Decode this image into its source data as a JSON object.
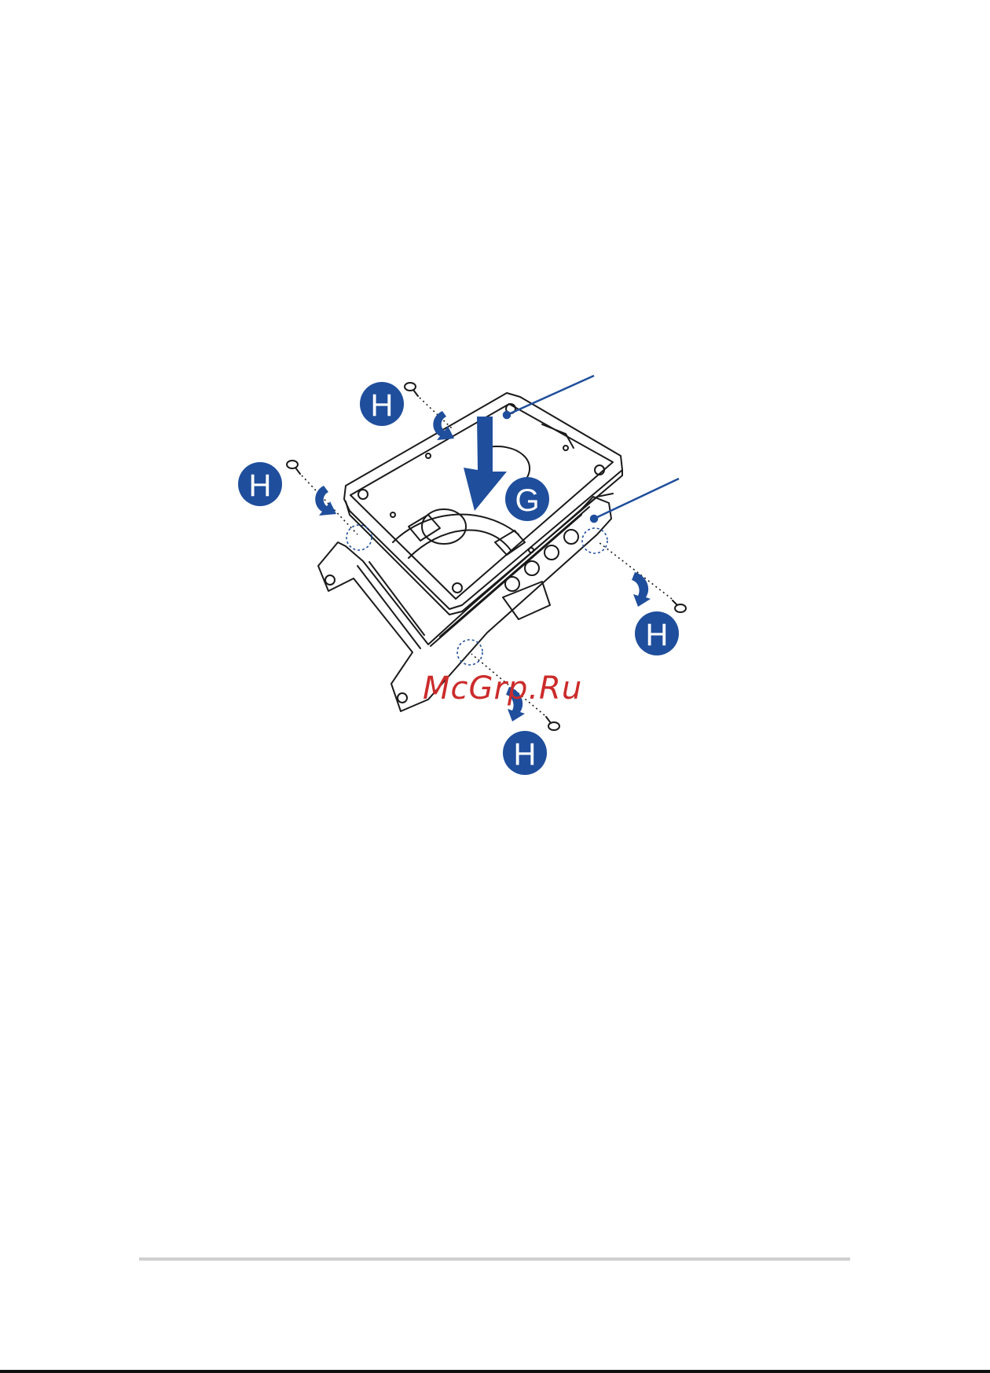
{
  "illustration": {
    "callouts": {
      "g_label": "G",
      "h_label": "H"
    },
    "accent_color": "#1f4e9c",
    "line_color": "#1a1a1a"
  },
  "watermark": {
    "text": "McGrp.Ru",
    "color": "#cc2b2b"
  }
}
